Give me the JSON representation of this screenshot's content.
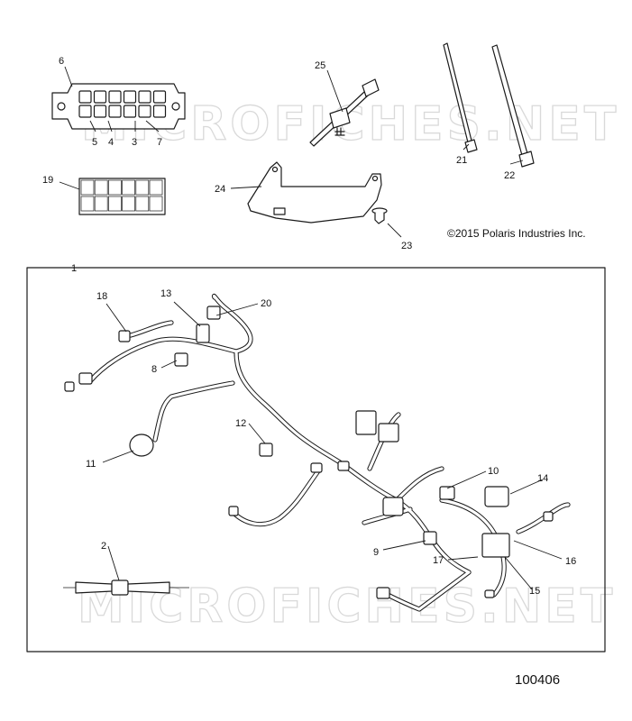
{
  "watermark": "MICROFICHES.NET",
  "copyright": "©2015 Polaris Industries Inc.",
  "reference_number": "100406",
  "callouts": {
    "c1": "1",
    "c2": "2",
    "c3": "3",
    "c4": "4",
    "c5": "5",
    "c6": "6",
    "c7": "7",
    "c8": "8",
    "c9": "9",
    "c10": "10",
    "c11": "11",
    "c12": "12",
    "c13": "13",
    "c14": "14",
    "c15": "15",
    "c16": "16",
    "c17": "17",
    "c18": "18",
    "c19": "19",
    "c20": "20",
    "c21": "21",
    "c22": "22",
    "c23": "23",
    "c24": "24",
    "c25": "25"
  }
}
